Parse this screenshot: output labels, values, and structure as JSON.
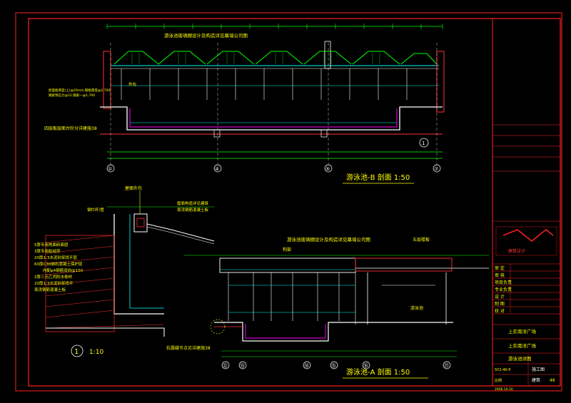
{
  "section_b": {
    "title": "游泳池-B 剖面 1:50",
    "note_top": "游泳池玻璃棚设计及构造详见幕墙公司图",
    "note_left_1": "屋面板厚度(上)@20mm,钢板厚度@2.700",
    "note_left_2": "钢索预应力@22,钢索一@1,700",
    "label_waibao": "外包",
    "note_bottom": "四层板层面台阶分详建施38",
    "axis_labels": [
      "①",
      "④",
      "⑤",
      "⑦"
    ],
    "detail_callout": "1"
  },
  "section_a": {
    "title": "游泳池-A 剖面 1:50",
    "note_top": "游泳池玻璃棚设计及构造详见幕墙公司图",
    "label_top_right": "五层楼板",
    "label_frame": "构架",
    "label_pool": "游泳池",
    "note_bottom": "抗震缝节点另详建施38",
    "axis_labels": [
      "⑫",
      "⑬",
      "⑭",
      "⑮",
      "⑯",
      "⑰"
    ]
  },
  "detail_1": {
    "number": "1",
    "scale": "1:10",
    "label_top": "屋面外包",
    "label_left": "钢栏杆/管",
    "label_right_1": "屋面构造详见建筑",
    "label_right_2": "现浇钢筋混凝土板",
    "layers": [
      "5厚专用地面砖面层",
      "3厚专用粘结剂",
      "20厚1:3水泥砂浆找平层",
      "60厚C30细石混凝土保护层",
      "内配φ4钢筋双向@150",
      "2厚三元乙丙防水卷材",
      "20厚1:3水泥砂浆找平",
      "现浇钢筋混凝土板"
    ]
  },
  "title_block": {
    "company_mark": "建筑设计",
    "rows": [
      "审 定",
      "审 核",
      "项目负责",
      "专业负责",
      "设 计",
      "制 图",
      "校 对"
    ],
    "project_1": "上实南洋广场",
    "project_2": "上实南洋广场",
    "drawing_name": "游泳池详图",
    "phase": "施工图",
    "discipline": "建筑",
    "number": "46",
    "date": "2006.10.20",
    "scale_label": "比例",
    "code": "SY2-40-P"
  },
  "colors": {
    "frame": "#ff2020",
    "structure": "#ff3030",
    "wall": "#ffffff",
    "dim": "#00ff00",
    "note": "#ffff00",
    "glass": "#00ffff",
    "roof": "#00ff00",
    "pool_finish": "#ff00ff"
  }
}
